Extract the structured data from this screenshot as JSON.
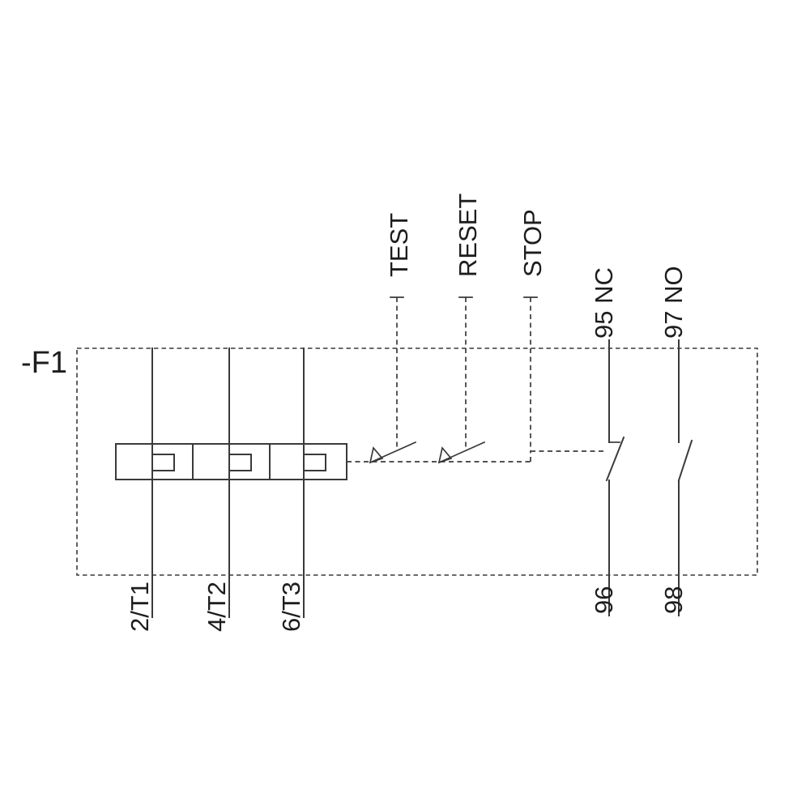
{
  "diagram": {
    "device_label": "-F1",
    "actuators": [
      {
        "label": "TEST"
      },
      {
        "label": "RESET"
      },
      {
        "label": "STOP"
      }
    ],
    "aux_contacts": [
      {
        "top_label": "95 NC",
        "bottom_label": "96"
      },
      {
        "top_label": "97 NO",
        "bottom_label": "98"
      }
    ],
    "main_terminals": [
      {
        "label": "2/T1"
      },
      {
        "label": "4/T2"
      },
      {
        "label": "6/T3"
      }
    ],
    "colors": {
      "line": "#3a3a3a",
      "text": "#1d1d1d",
      "background": "#ffffff"
    }
  }
}
